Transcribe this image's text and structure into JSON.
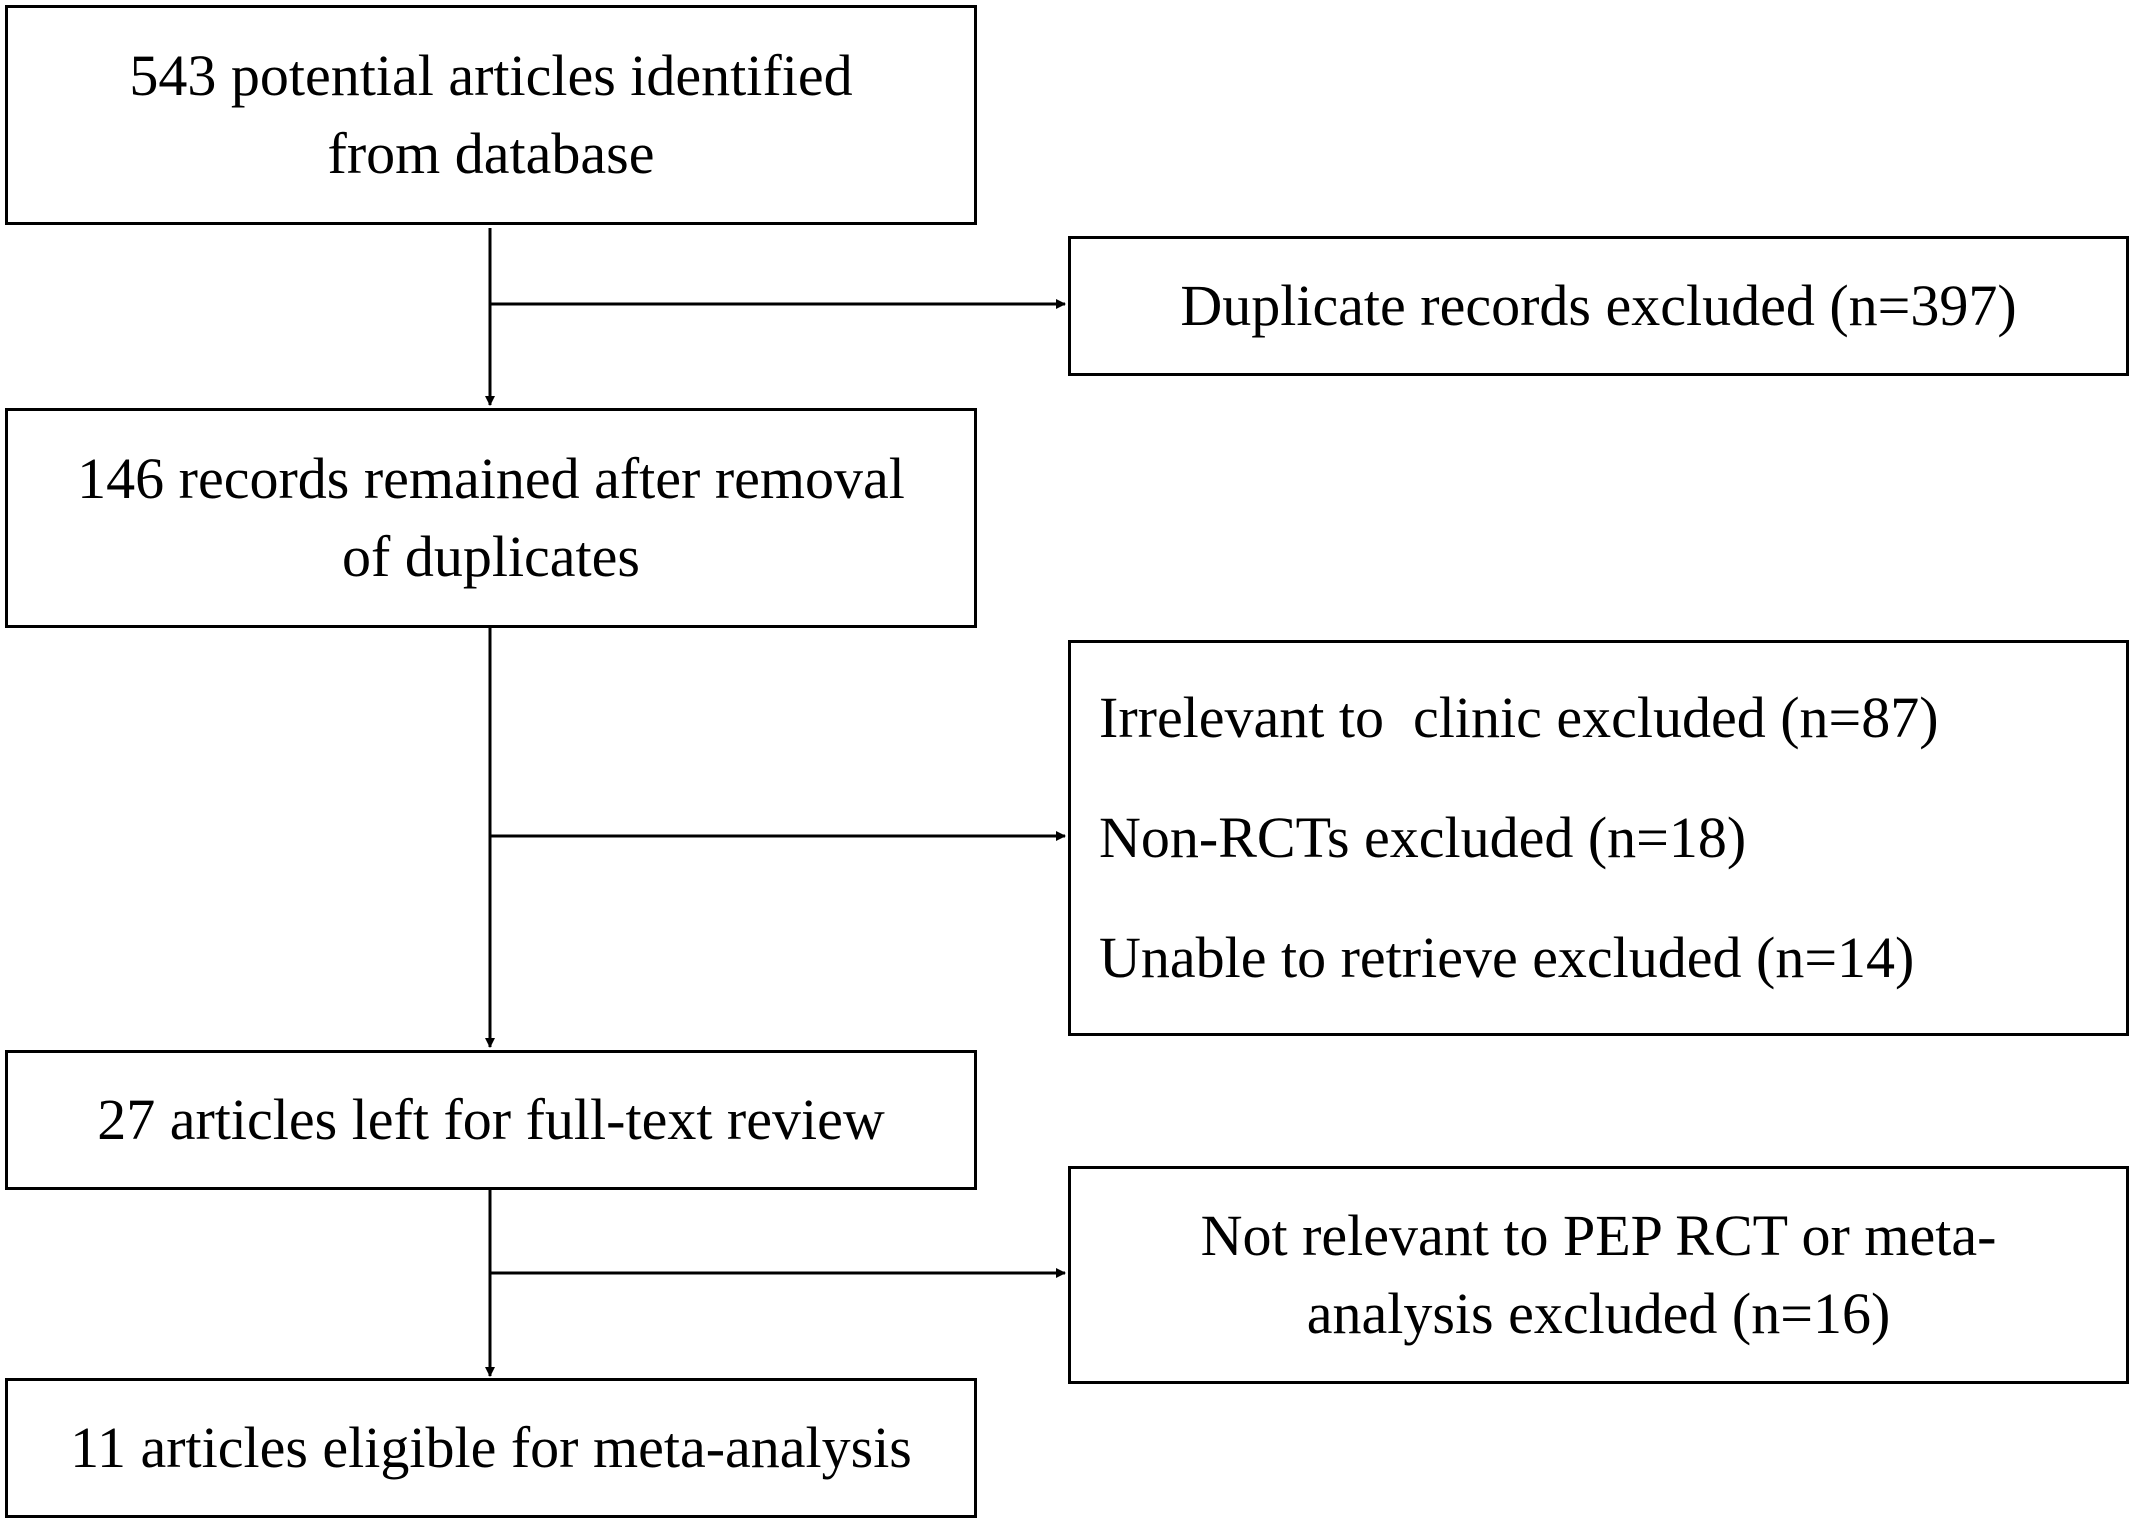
{
  "main_flow": [
    {
      "id": "identified",
      "lines": [
        "543 potential articles identified",
        "from database"
      ]
    },
    {
      "id": "after-duplicates",
      "lines": [
        "146 records remained after removal",
        "of duplicates"
      ]
    },
    {
      "id": "full-text",
      "lines": [
        "27 articles left for full-text review"
      ]
    },
    {
      "id": "eligible",
      "lines": [
        "11 articles eligible for meta-analysis"
      ]
    }
  ],
  "exclusions": [
    {
      "id": "duplicates",
      "lines": [
        "Duplicate records excluded (n=397)"
      ]
    },
    {
      "id": "screening",
      "lines": [
        "Irrelevant to  clinic excluded (n=87)",
        "Non-RCTs excluded (n=18)",
        "Unable to retrieve excluded (n=14)"
      ]
    },
    {
      "id": "full-text-review",
      "lines": [
        "Not relevant to PEP RCT or meta-",
        "analysis excluded (n=16)"
      ]
    }
  ]
}
